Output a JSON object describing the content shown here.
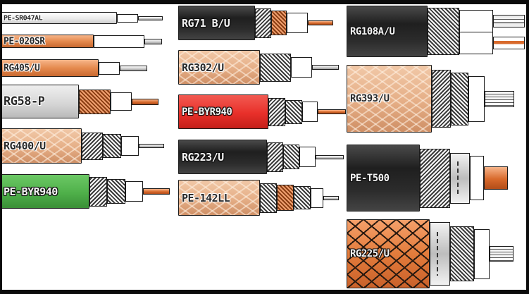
{
  "title": "Coaxial cable types",
  "columns": [
    {
      "name": "left",
      "cables": [
        {
          "label": "PE-SR047AL",
          "jacket": "white",
          "layers": [
            "dielectric",
            "core-silver"
          ]
        },
        {
          "label": "PE-020SR",
          "jacket": "copper",
          "layers": [
            "dielectric",
            "core-silver"
          ]
        },
        {
          "label": "RG405/U",
          "jacket": "copper",
          "layers": [
            "dielectric",
            "core-silver"
          ]
        },
        {
          "label": "RG58-P",
          "jacket": "light-gray",
          "layers": [
            "copper-braid",
            "dielectric",
            "core-copper"
          ]
        },
        {
          "label": "RG400/U",
          "jacket": "tan-braided",
          "layers": [
            "metal-braid",
            "metal-braid",
            "dielectric",
            "core-silver"
          ]
        },
        {
          "label": "PE-BYR940",
          "jacket": "green",
          "layers": [
            "metal-braid",
            "metal-braid",
            "dielectric",
            "core-copper"
          ]
        }
      ]
    },
    {
      "name": "middle",
      "cables": [
        {
          "label": "RG71 B/U",
          "jacket": "black",
          "layers": [
            "metal-braid",
            "copper-braid",
            "dielectric",
            "core-copper"
          ]
        },
        {
          "label": "RG302/U",
          "jacket": "tan-braided",
          "layers": [
            "metal-braid",
            "dielectric",
            "core-silver"
          ]
        },
        {
          "label": "PE-BYR940",
          "jacket": "red",
          "layers": [
            "metal-braid",
            "metal-braid",
            "dielectric",
            "core-copper"
          ]
        },
        {
          "label": "RG223/U",
          "jacket": "black",
          "layers": [
            "metal-braid",
            "metal-braid",
            "dielectric",
            "core-silver"
          ]
        },
        {
          "label": "PE-142LL",
          "jacket": "tan-braided",
          "layers": [
            "metal-braid",
            "copper-braid",
            "metal-braid",
            "dielectric",
            "core-silver"
          ]
        }
      ]
    },
    {
      "name": "right",
      "cables": [
        {
          "label": "RG108A/U",
          "jacket": "black",
          "layers": [
            "metal-braid",
            "twin-dielectric",
            "twin-conductors"
          ]
        },
        {
          "label": "RG393/U",
          "jacket": "tan-braided",
          "layers": [
            "metal-braid",
            "metal-braid",
            "dielectric",
            "stranded-core"
          ]
        },
        {
          "label": "PE-T500",
          "jacket": "black",
          "layers": [
            "metal-braid",
            "foil",
            "dielectric",
            "core-copper"
          ]
        },
        {
          "label": "RG225/U",
          "jacket": "copper-woven",
          "layers": [
            "foil",
            "metal-braid",
            "dielectric",
            "stranded-core"
          ]
        }
      ]
    }
  ],
  "colors": {
    "white": "#f4f4f4",
    "copper": "#e58a4e",
    "light-gray": "#d9d9d9",
    "tan-braided": "#e9b792",
    "green": "#4fb04a",
    "black": "#2a2a2a",
    "red": "#e8302a",
    "copper-woven": "#e37c3c",
    "frame": "#0b0b0b",
    "background": "#ffffff"
  }
}
